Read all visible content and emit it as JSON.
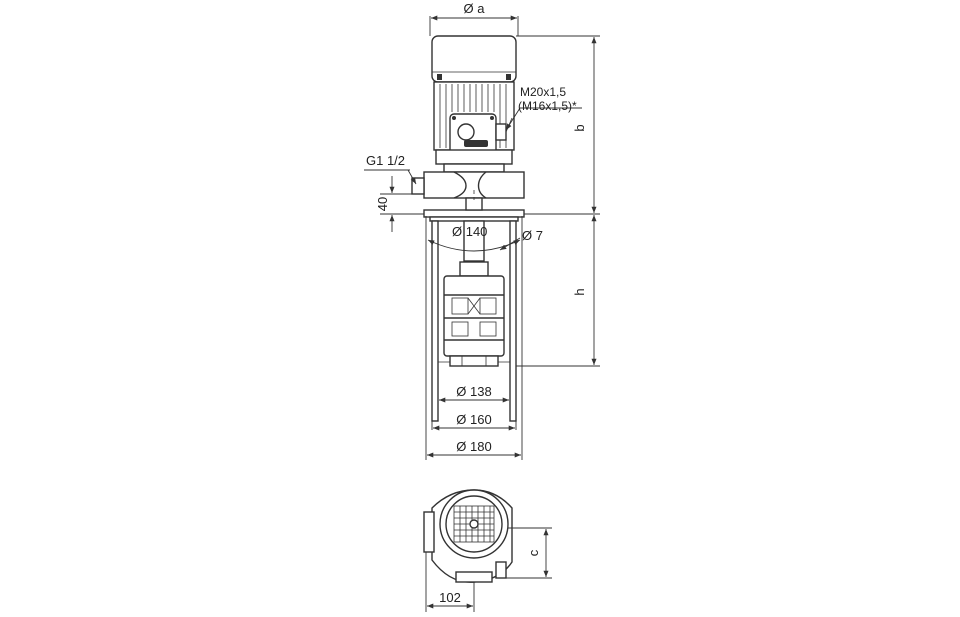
{
  "dimensions": {
    "dia_a": "Ø a",
    "thread_main": "M20x1,5",
    "thread_alt": "(M16x1,5)*",
    "b": "b",
    "g_thread": "G1 1/2",
    "d40": "40",
    "dia_140": "Ø 140",
    "dia_7": "Ø 7",
    "h": "h",
    "dia_138": "Ø 138",
    "dia_160": "Ø 160",
    "dia_180": "Ø 180",
    "c": "c",
    "d102": "102"
  }
}
